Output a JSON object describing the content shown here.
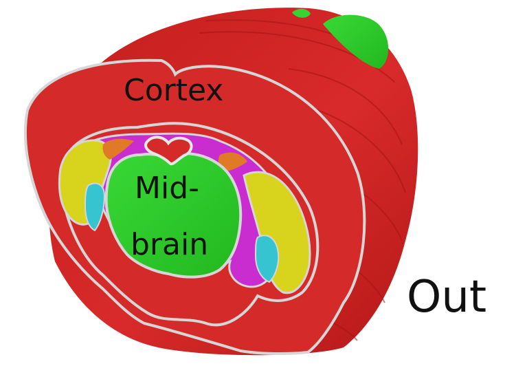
{
  "labels": {
    "region_cortex": "Cortex",
    "region_midbrain_line1": "Mid-",
    "region_midbrain_line2": "brain",
    "side_label": "Out"
  },
  "colors": {
    "background": "#ffffff",
    "cortex_red": "#d42727",
    "cortex_dark": "#b01818",
    "outline_gray": "#d6d6d6",
    "midbrain_green": "#2fcf2b",
    "magenta": "#c92ccf",
    "yellow": "#d8d41e",
    "orange": "#e07a26",
    "cyan": "#37c4d1",
    "label_text": "#111111"
  }
}
